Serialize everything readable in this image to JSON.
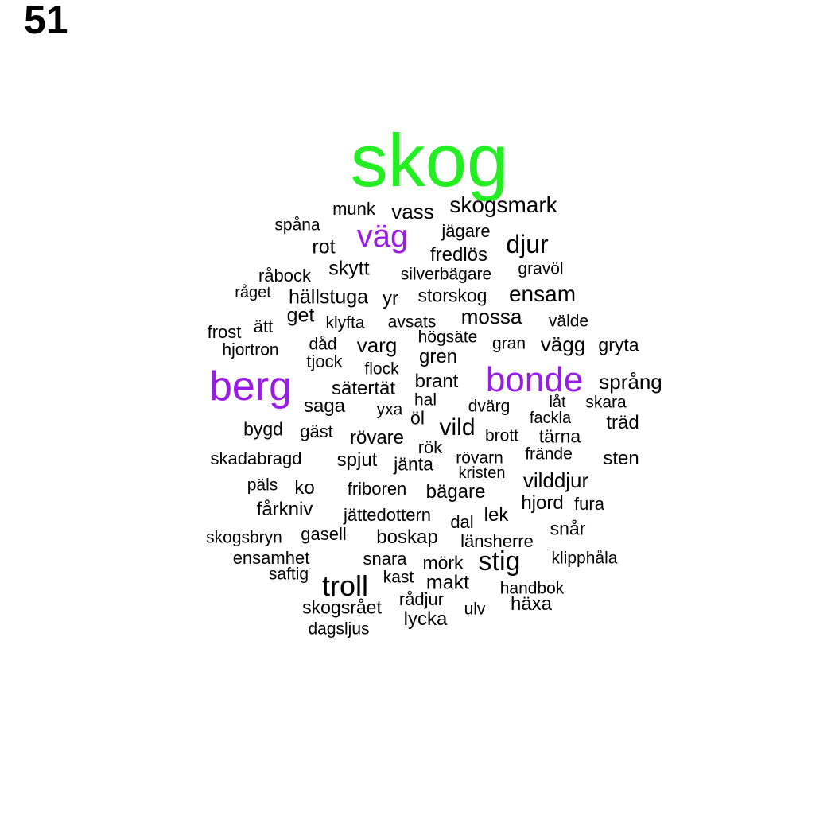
{
  "page_number": "51",
  "colors": {
    "black": "#000000",
    "green": "#22ee22",
    "purple": "#9a1ae8"
  },
  "words": [
    {
      "text": "skog",
      "color": "green"
    },
    {
      "text": "berg",
      "color": "purple"
    },
    {
      "text": "bonde",
      "color": "purple"
    },
    {
      "text": "väg",
      "color": "purple"
    },
    {
      "text": "troll",
      "color": "black"
    },
    {
      "text": "stig",
      "color": "black"
    },
    {
      "text": "djur",
      "color": "black"
    },
    {
      "text": "skogsmark",
      "color": "black"
    },
    {
      "text": "vass",
      "color": "black"
    },
    {
      "text": "munk",
      "color": "black"
    },
    {
      "text": "spåna",
      "color": "black"
    },
    {
      "text": "jägare",
      "color": "black"
    },
    {
      "text": "rot",
      "color": "black"
    },
    {
      "text": "fredlös",
      "color": "black"
    },
    {
      "text": "skytt",
      "color": "black"
    },
    {
      "text": "gravöl",
      "color": "black"
    },
    {
      "text": "råbock",
      "color": "black"
    },
    {
      "text": "silverbägare",
      "color": "black"
    },
    {
      "text": "råget",
      "color": "black"
    },
    {
      "text": "hällstuga",
      "color": "black"
    },
    {
      "text": "yr",
      "color": "black"
    },
    {
      "text": "storskog",
      "color": "black"
    },
    {
      "text": "ensam",
      "color": "black"
    },
    {
      "text": "get",
      "color": "black"
    },
    {
      "text": "mossa",
      "color": "black"
    },
    {
      "text": "ätt",
      "color": "black"
    },
    {
      "text": "klyfta",
      "color": "black"
    },
    {
      "text": "avsats",
      "color": "black"
    },
    {
      "text": "välde",
      "color": "black"
    },
    {
      "text": "frost",
      "color": "black"
    },
    {
      "text": "högsäte",
      "color": "black"
    },
    {
      "text": "dåd",
      "color": "black"
    },
    {
      "text": "varg",
      "color": "black"
    },
    {
      "text": "gran",
      "color": "black"
    },
    {
      "text": "vägg",
      "color": "black"
    },
    {
      "text": "gryta",
      "color": "black"
    },
    {
      "text": "hjortron",
      "color": "black"
    },
    {
      "text": "gren",
      "color": "black"
    },
    {
      "text": "tjock",
      "color": "black"
    },
    {
      "text": "flock",
      "color": "black"
    },
    {
      "text": "brant",
      "color": "black"
    },
    {
      "text": "språng",
      "color": "black"
    },
    {
      "text": "sätertät",
      "color": "black"
    },
    {
      "text": "hal",
      "color": "black"
    },
    {
      "text": "låt",
      "color": "black"
    },
    {
      "text": "skara",
      "color": "black"
    },
    {
      "text": "saga",
      "color": "black"
    },
    {
      "text": "yxa",
      "color": "black"
    },
    {
      "text": "dvärg",
      "color": "black"
    },
    {
      "text": "öl",
      "color": "black"
    },
    {
      "text": "fackla",
      "color": "black"
    },
    {
      "text": "träd",
      "color": "black"
    },
    {
      "text": "bygd",
      "color": "black"
    },
    {
      "text": "vild",
      "color": "black"
    },
    {
      "text": "gäst",
      "color": "black"
    },
    {
      "text": "brott",
      "color": "black"
    },
    {
      "text": "tärna",
      "color": "black"
    },
    {
      "text": "rövare",
      "color": "black"
    },
    {
      "text": "rök",
      "color": "black"
    },
    {
      "text": "skadabragd",
      "color": "black"
    },
    {
      "text": "rövarn",
      "color": "black"
    },
    {
      "text": "frände",
      "color": "black"
    },
    {
      "text": "sten",
      "color": "black"
    },
    {
      "text": "spjut",
      "color": "black"
    },
    {
      "text": "jänta",
      "color": "black"
    },
    {
      "text": "kristen",
      "color": "black"
    },
    {
      "text": "vilddjur",
      "color": "black"
    },
    {
      "text": "päls",
      "color": "black"
    },
    {
      "text": "ko",
      "color": "black"
    },
    {
      "text": "friboren",
      "color": "black"
    },
    {
      "text": "bägare",
      "color": "black"
    },
    {
      "text": "hjord",
      "color": "black"
    },
    {
      "text": "fura",
      "color": "black"
    },
    {
      "text": "fårkniv",
      "color": "black"
    },
    {
      "text": "jättedottern",
      "color": "black"
    },
    {
      "text": "lek",
      "color": "black"
    },
    {
      "text": "dal",
      "color": "black"
    },
    {
      "text": "snår",
      "color": "black"
    },
    {
      "text": "skogsbryn",
      "color": "black"
    },
    {
      "text": "gasell",
      "color": "black"
    },
    {
      "text": "boskap",
      "color": "black"
    },
    {
      "text": "länsherre",
      "color": "black"
    },
    {
      "text": "ensamhet",
      "color": "black"
    },
    {
      "text": "snara",
      "color": "black"
    },
    {
      "text": "mörk",
      "color": "black"
    },
    {
      "text": "klipphåla",
      "color": "black"
    },
    {
      "text": "saftig",
      "color": "black"
    },
    {
      "text": "kast",
      "color": "black"
    },
    {
      "text": "makt",
      "color": "black"
    },
    {
      "text": "handbok",
      "color": "black"
    },
    {
      "text": "skogsrået",
      "color": "black"
    },
    {
      "text": "rådjur",
      "color": "black"
    },
    {
      "text": "ulv",
      "color": "black"
    },
    {
      "text": "häxa",
      "color": "black"
    },
    {
      "text": "lycka",
      "color": "black"
    },
    {
      "text": "dagsljus",
      "color": "black"
    }
  ]
}
